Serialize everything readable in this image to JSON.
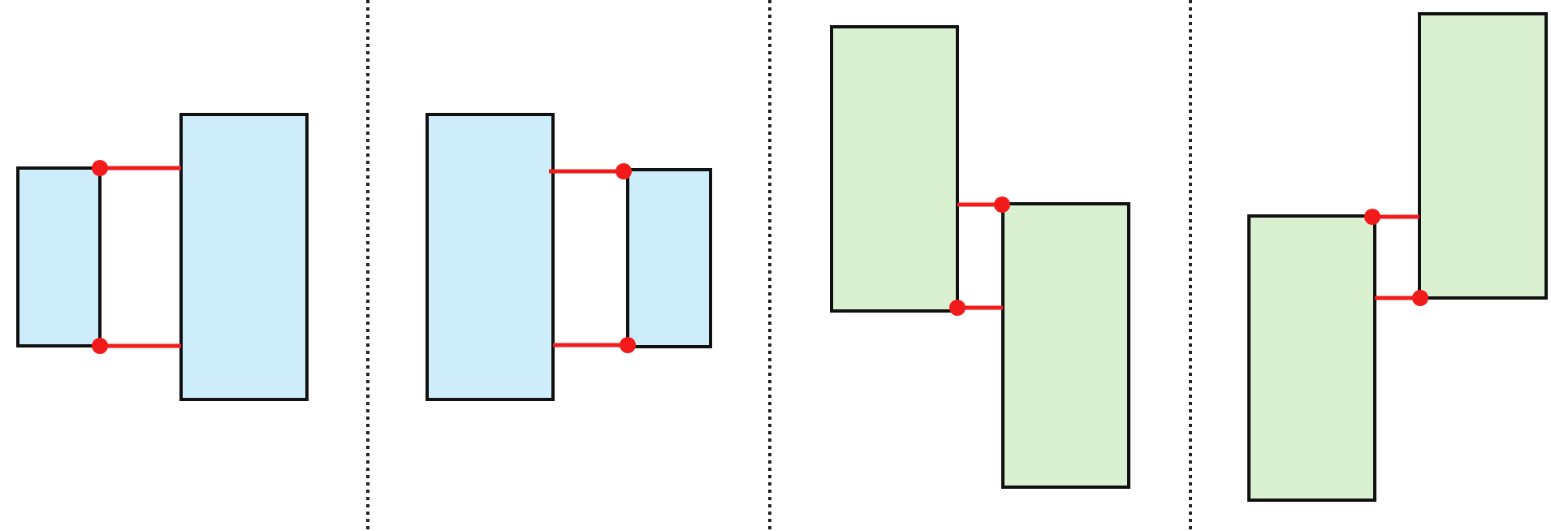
{
  "colors": {
    "blue_fill": "#cdedfb",
    "green_fill": "#d9f1d1",
    "outline": "#111111",
    "link": "#f21b1b",
    "divider": "#222222",
    "background": "#ffffff"
  },
  "panels": [
    {
      "name": "panel-1",
      "color": "blue",
      "boxes": 2,
      "links": 2
    },
    {
      "name": "panel-2",
      "color": "blue",
      "boxes": 2,
      "links": 2
    },
    {
      "name": "panel-3",
      "color": "green",
      "boxes": 2,
      "links": 2
    },
    {
      "name": "panel-4",
      "color": "green",
      "boxes": 2,
      "links": 2
    }
  ]
}
